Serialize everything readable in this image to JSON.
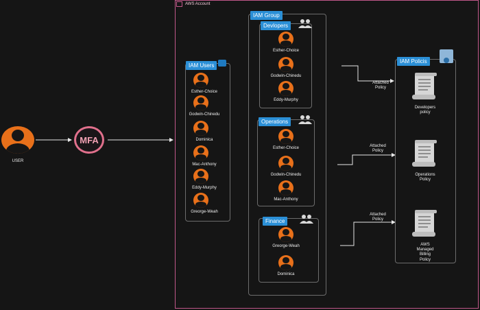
{
  "colors": {
    "background": "#151515",
    "aws_border": "#c1588a",
    "accent": "#2b8fd6",
    "avatar": "#e8701a",
    "mfa": "#e0708c"
  },
  "user": {
    "label": "USER",
    "icon": "user-avatar-icon"
  },
  "mfa": {
    "label": "MFA"
  },
  "aws_account": {
    "label": "AWS Account"
  },
  "iam_users": {
    "title": "IAM Users",
    "members": [
      "Esther-Choice",
      "Godwin-Chinedu",
      "Dominica",
      "Mac-Anthony",
      "Eddy-Murphy",
      "Greorge-Weah"
    ]
  },
  "iam_group": {
    "title": "IAM Group"
  },
  "groups": {
    "developers": {
      "title": "Devlopers",
      "members": [
        "Esther-Choice",
        "Godwin-Chinedu",
        "Eddy-Murphy"
      ]
    },
    "operations": {
      "title": "Operations",
      "members": [
        "Esther-Choice",
        "Godwin-Chinedu",
        "Mac-Anthony"
      ]
    },
    "finance": {
      "title": "Finance",
      "members": [
        "Greorge-Weah",
        "Dominica"
      ]
    }
  },
  "attached": {
    "label_line1": "Attached",
    "label_line2": "Policy"
  },
  "iam_policies": {
    "title": "IAM Policis",
    "policies": [
      {
        "lines": [
          "Developers",
          "policy"
        ]
      },
      {
        "lines": [
          "Operations",
          "Policy"
        ]
      },
      {
        "lines": [
          "AWS",
          "Managed",
          "Billing",
          "Policy"
        ]
      }
    ]
  }
}
